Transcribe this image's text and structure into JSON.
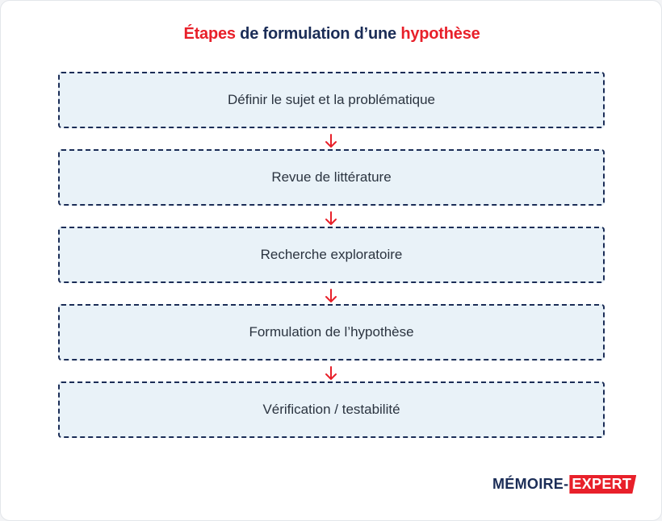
{
  "title": {
    "part1": "Étapes",
    "part2": " de formulation d’une ",
    "part3": "hypothèse"
  },
  "steps": [
    "Définir le sujet et la problématique",
    "Revue de littérature",
    "Recherche exploratoire",
    "Formulation de l’hypothèse",
    "Vérification / testabilité"
  ],
  "logo": {
    "part1": "MÉMOIRE-",
    "part2": "EXPERT"
  },
  "colors": {
    "accent": "#e8202a",
    "navy": "#1b2d57",
    "box_fill": "#e9f2f8"
  }
}
